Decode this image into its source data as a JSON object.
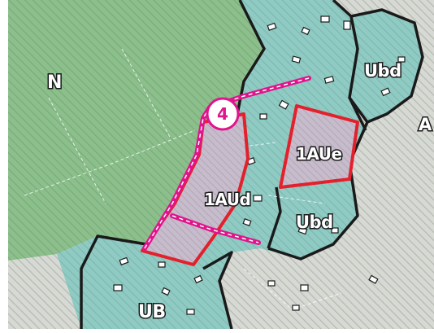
{
  "map": {
    "zones": {
      "natural": "N",
      "urban_a": "Ubd",
      "urban_b": "Ubd",
      "urban_ub": "UB",
      "future_a": "1AUe",
      "future_b": "1AUd",
      "edge_letter": "A"
    },
    "marker": {
      "number": "4"
    },
    "colors": {
      "natural_zone": "#8cbf8c",
      "urban_zone": "#8cc9c2",
      "hatched_zone": "#cfd3cc",
      "future_zone_fill": "#c2b7c6",
      "future_zone_border": "#e3202c",
      "marker_accent": "#e0148c",
      "zone_border": "#1a1a1a",
      "frame": "#ffffff"
    }
  }
}
